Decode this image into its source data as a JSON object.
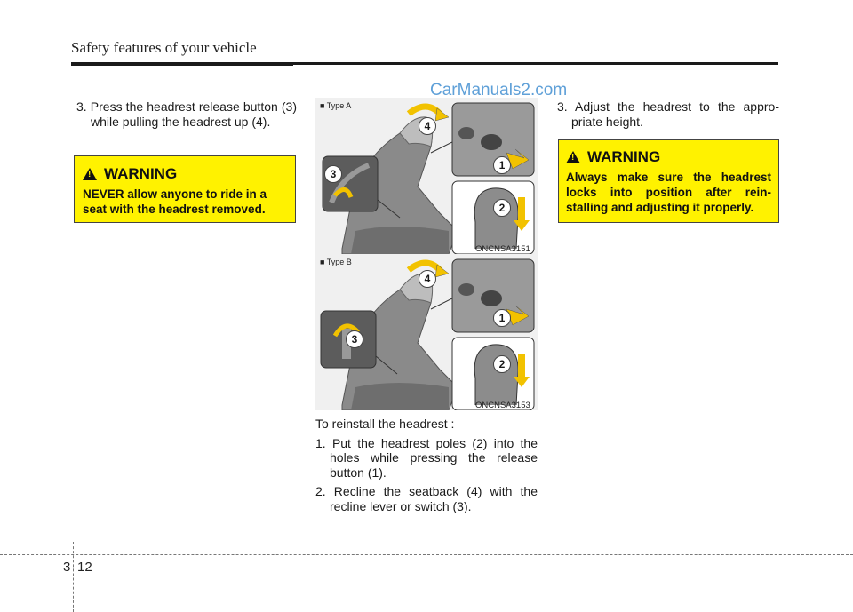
{
  "header": {
    "title": "Safety features of your vehicle"
  },
  "watermark": "CarManuals2.com",
  "left_column": {
    "step3": {
      "num": "3.",
      "text": "Press the headrest release button (3) while pulling the headrest up (4)."
    },
    "warning": {
      "title": "WARNING",
      "body": "NEVER allow anyone to ride in a seat with the headrest removed."
    }
  },
  "middle_column": {
    "figure_a": {
      "label": "■ Type A",
      "code": "ONCNSA3151",
      "callouts": [
        "1",
        "2",
        "3",
        "4"
      ]
    },
    "figure_b": {
      "label": "■ Type B",
      "code": "ONCNSA3153",
      "callouts": [
        "1",
        "2",
        "3",
        "4"
      ]
    },
    "reinstall_heading": "To reinstall the headrest :",
    "steps": [
      {
        "num": "1.",
        "text": "Put the headrest poles (2) into the holes while pressing the release button (1)."
      },
      {
        "num": "2.",
        "text": "Recline the seatback (4) with the recline lever or switch (3)."
      }
    ]
  },
  "right_column": {
    "step3": {
      "num": "3.",
      "text": "Adjust the headrest to the appro-priate height."
    },
    "warning": {
      "title": "WARNING",
      "body": "Always make sure the headrest locks into position after rein-stalling and adjusting it properly."
    }
  },
  "footer": {
    "chapter": "3",
    "page": "12"
  },
  "colors": {
    "warning_bg": "#fff200",
    "watermark": "#5fa0d8",
    "arrow": "#f2c200"
  }
}
